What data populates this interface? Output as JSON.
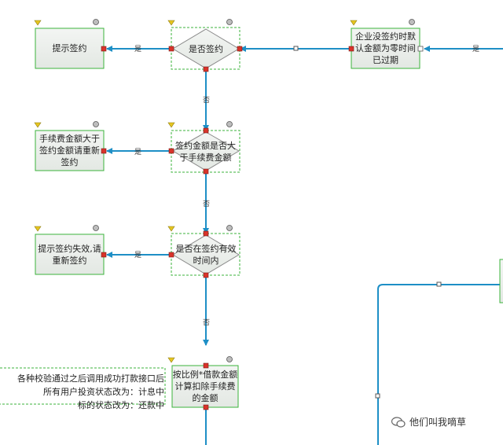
{
  "nodes": {
    "task_tip_sign": {
      "label": "提示签约"
    },
    "gw_signed": {
      "label": "是否签约"
    },
    "task_default_expired": {
      "label": "企业没签约时默认金额为零时间已过期"
    },
    "task_fee_gt": {
      "label": "手续费金额大于签约金额请重新签约"
    },
    "gw_amount_gt_fee": {
      "label": "签约金额是否大于手续费金额"
    },
    "task_sign_invalid": {
      "label": "提示签约失效,请重新签约"
    },
    "gw_in_period": {
      "label": "是否在签约有效时间内"
    },
    "task_deduct": {
      "label": "按比例*借款金额计算扣除手续费的金额"
    }
  },
  "edge_labels": {
    "yes_1": "是",
    "no_1": "否",
    "yes_2": "是",
    "no_2": "否",
    "yes_3": "是",
    "no_3": "否",
    "yes_4": "是"
  },
  "note": {
    "lines": [
      "各种校验通过之后调用成功打款接口后",
      "所有用户投资状态改为：计息中",
      "标的状态改为：还款中"
    ]
  },
  "watermark": {
    "text": "他们叫我嘀草"
  },
  "colors": {
    "line": "#1e8fc6",
    "node_fill": "#eef1ee",
    "node_border": "#3bb33b",
    "dash_border": "#3bb33b",
    "port": "#d9342b",
    "marker_yellow": "#e6c520"
  }
}
